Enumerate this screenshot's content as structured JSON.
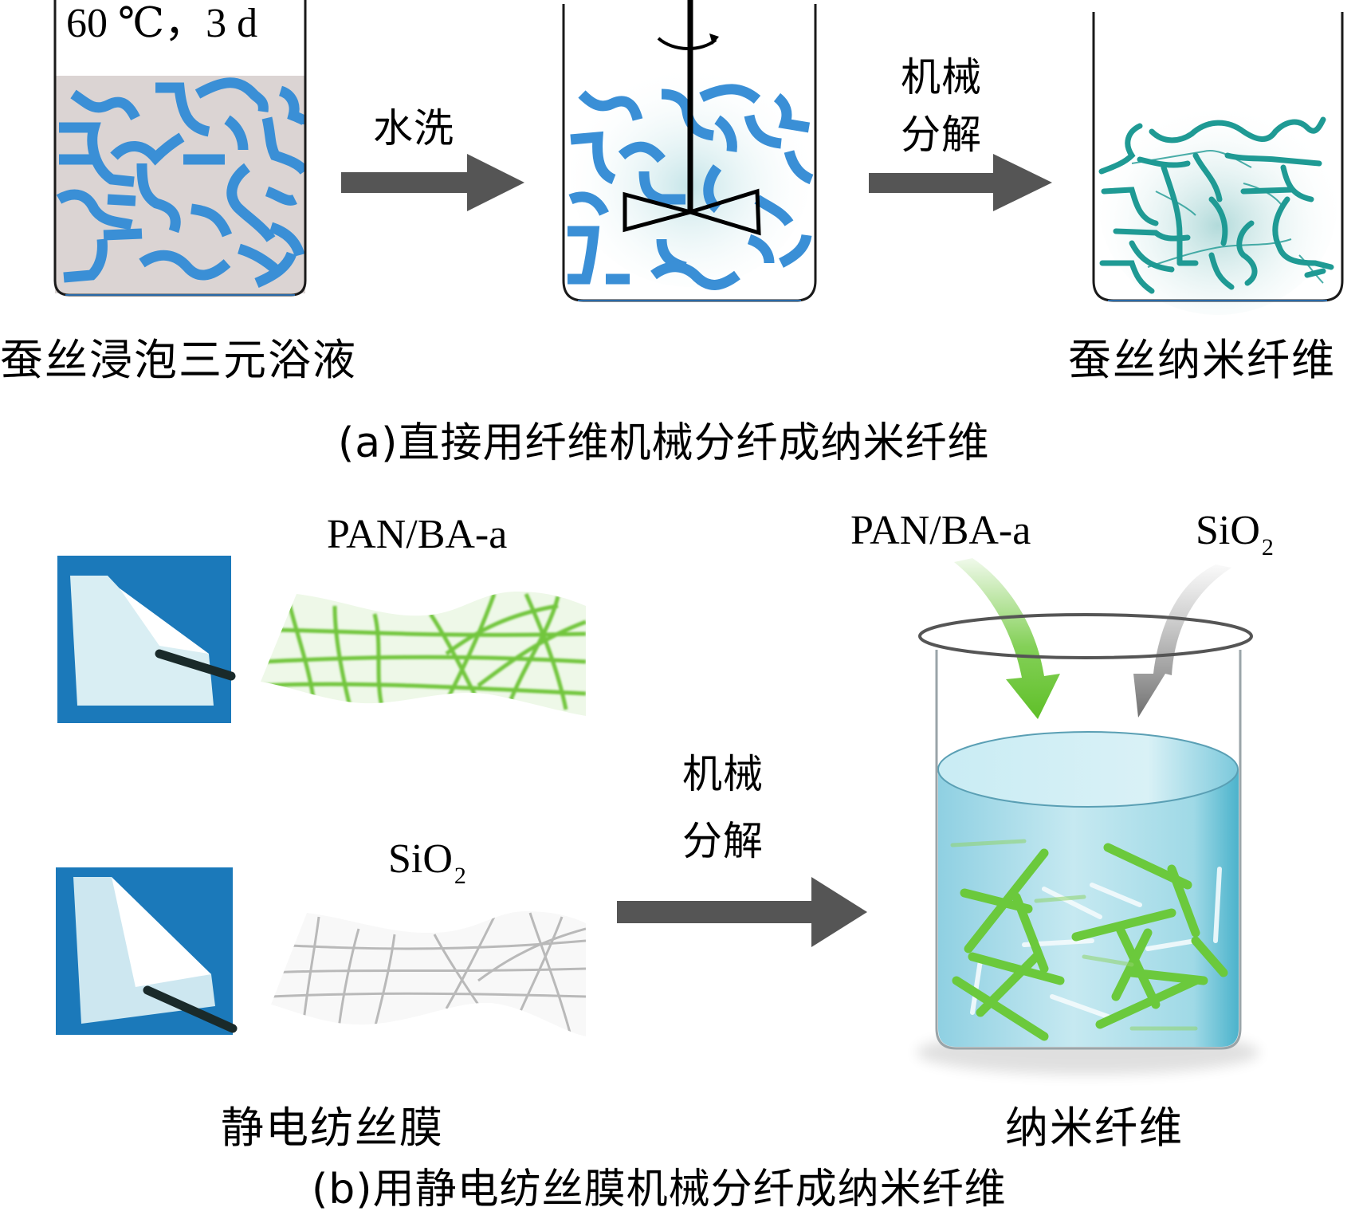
{
  "panel_a": {
    "condition_label": "60 ℃，3 d",
    "step1_label": "水洗",
    "step2_label_line1": "机械",
    "step2_label_line2": "分解",
    "start_label": "蚕丝浸泡三元浴液",
    "end_label": "蚕丝纳米纤维",
    "caption": "(a)直接用纤维机械分纤成纳米纤维",
    "colors": {
      "bath_fill": "#dbd4d3",
      "silk_fiber": "#3a8fd6",
      "nanofiber": "#1f9a94",
      "arrow": "#555555"
    }
  },
  "panel_b": {
    "membrane1_label": "PAN/BA-a",
    "membrane2_label_base": "SiO",
    "membrane2_label_sub": "2",
    "step_label_line1": "机械",
    "step_label_line2": "分解",
    "input1_label": "PAN/BA-a",
    "input2_label_base": "SiO",
    "input2_label_sub": "2",
    "start_label": "静电纺丝膜",
    "end_label": "纳米纤维",
    "caption": "(b)用静电纺丝膜机械分纤成纳米纤维",
    "colors": {
      "photo_bg": "#1b79ba",
      "pan_fiber": "#6ec83a",
      "sio2_fiber": "#bdbdbd",
      "liquid": "#8fd0e2",
      "arrow": "#555555"
    }
  }
}
